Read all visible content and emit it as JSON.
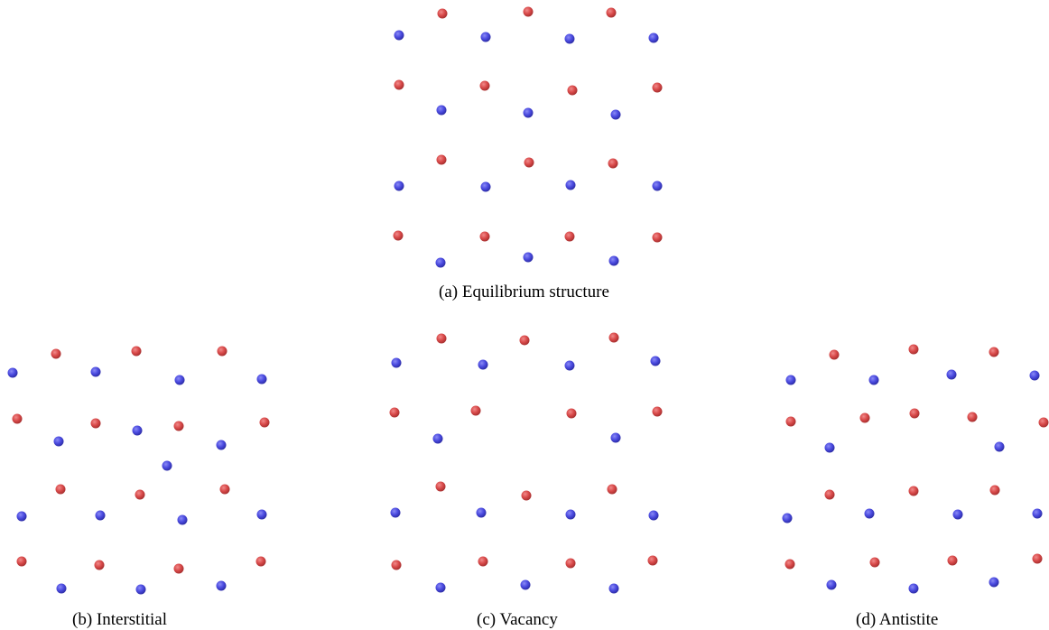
{
  "colors": {
    "red": "#d94a4a",
    "blue": "#4b4be0"
  },
  "panels": [
    {
      "id": "a",
      "caption": "(a) Equilibrium structure",
      "atoms": [
        [
          "r",
          490,
          15
        ],
        [
          "r",
          585,
          13
        ],
        [
          "r",
          677,
          14
        ],
        [
          "b",
          442,
          39
        ],
        [
          "b",
          538,
          41
        ],
        [
          "b",
          631,
          43
        ],
        [
          "b",
          724,
          42
        ],
        [
          "r",
          442,
          94
        ],
        [
          "r",
          537,
          95
        ],
        [
          "r",
          634,
          100
        ],
        [
          "r",
          728,
          97
        ],
        [
          "b",
          489,
          122
        ],
        [
          "b",
          585,
          125
        ],
        [
          "b",
          682,
          127
        ],
        [
          "r",
          489,
          177
        ],
        [
          "r",
          586,
          180
        ],
        [
          "r",
          679,
          181
        ],
        [
          "b",
          442,
          206
        ],
        [
          "b",
          538,
          207
        ],
        [
          "b",
          632,
          205
        ],
        [
          "b",
          728,
          206
        ],
        [
          "r",
          441,
          261
        ],
        [
          "r",
          537,
          262
        ],
        [
          "r",
          631,
          262
        ],
        [
          "r",
          728,
          263
        ],
        [
          "b",
          488,
          291
        ],
        [
          "b",
          585,
          285
        ],
        [
          "b",
          680,
          289
        ]
      ]
    },
    {
      "id": "b",
      "caption": "(b) Interstitial",
      "atoms": [
        [
          "r",
          62,
          392
        ],
        [
          "r",
          151,
          389
        ],
        [
          "r",
          246,
          389
        ],
        [
          "b",
          14,
          413
        ],
        [
          "b",
          106,
          412
        ],
        [
          "b",
          199,
          421
        ],
        [
          "b",
          290,
          420
        ],
        [
          "r",
          19,
          464
        ],
        [
          "r",
          106,
          469
        ],
        [
          "b",
          152,
          477
        ],
        [
          "r",
          198,
          472
        ],
        [
          "r",
          293,
          468
        ],
        [
          "b",
          65,
          489
        ],
        [
          "b",
          245,
          493
        ],
        [
          "b",
          185,
          516
        ],
        [
          "r",
          67,
          542
        ],
        [
          "r",
          155,
          548
        ],
        [
          "r",
          249,
          542
        ],
        [
          "b",
          24,
          572
        ],
        [
          "b",
          111,
          571
        ],
        [
          "b",
          202,
          576
        ],
        [
          "b",
          290,
          570
        ],
        [
          "r",
          24,
          622
        ],
        [
          "r",
          110,
          626
        ],
        [
          "r",
          198,
          630
        ],
        [
          "r",
          289,
          622
        ],
        [
          "b",
          68,
          652
        ],
        [
          "b",
          156,
          653
        ],
        [
          "b",
          245,
          649
        ]
      ]
    },
    {
      "id": "c",
      "caption": "(c) Vacancy",
      "atoms": [
        [
          "r",
          489,
          375
        ],
        [
          "r",
          581,
          377
        ],
        [
          "r",
          680,
          374
        ],
        [
          "b",
          439,
          402
        ],
        [
          "b",
          535,
          404
        ],
        [
          "b",
          631,
          405
        ],
        [
          "b",
          726,
          400
        ],
        [
          "r",
          437,
          457
        ],
        [
          "r",
          527,
          455
        ],
        [
          "r",
          633,
          458
        ],
        [
          "r",
          728,
          456
        ],
        [
          "b",
          485,
          486
        ],
        [
          "b",
          682,
          485
        ],
        [
          "r",
          488,
          539
        ],
        [
          "r",
          583,
          549
        ],
        [
          "r",
          678,
          542
        ],
        [
          "b",
          438,
          568
        ],
        [
          "b",
          533,
          568
        ],
        [
          "b",
          632,
          570
        ],
        [
          "b",
          724,
          571
        ],
        [
          "r",
          439,
          626
        ],
        [
          "r",
          535,
          622
        ],
        [
          "r",
          632,
          624
        ],
        [
          "r",
          723,
          621
        ],
        [
          "b",
          488,
          651
        ],
        [
          "b",
          582,
          648
        ],
        [
          "b",
          680,
          652
        ]
      ]
    },
    {
      "id": "d",
      "caption": "(d) Antistite",
      "atoms": [
        [
          "r",
          924,
          393
        ],
        [
          "r",
          1012,
          387
        ],
        [
          "r",
          1101,
          390
        ],
        [
          "b",
          876,
          421
        ],
        [
          "b",
          968,
          421
        ],
        [
          "b",
          1054,
          415
        ],
        [
          "b",
          1146,
          416
        ],
        [
          "r",
          876,
          467
        ],
        [
          "r",
          958,
          463
        ],
        [
          "r",
          1013,
          458
        ],
        [
          "r",
          1077,
          462
        ],
        [
          "r",
          1156,
          468
        ],
        [
          "b",
          919,
          496
        ],
        [
          "b",
          1107,
          495
        ],
        [
          "r",
          919,
          548
        ],
        [
          "r",
          1012,
          544
        ],
        [
          "r",
          1102,
          543
        ],
        [
          "b",
          872,
          574
        ],
        [
          "b",
          963,
          569
        ],
        [
          "b",
          1061,
          570
        ],
        [
          "b",
          1149,
          569
        ],
        [
          "r",
          875,
          625
        ],
        [
          "r",
          969,
          623
        ],
        [
          "r",
          1055,
          621
        ],
        [
          "r",
          1149,
          619
        ],
        [
          "b",
          921,
          648
        ],
        [
          "b",
          1012,
          652
        ],
        [
          "b",
          1101,
          645
        ]
      ]
    }
  ]
}
